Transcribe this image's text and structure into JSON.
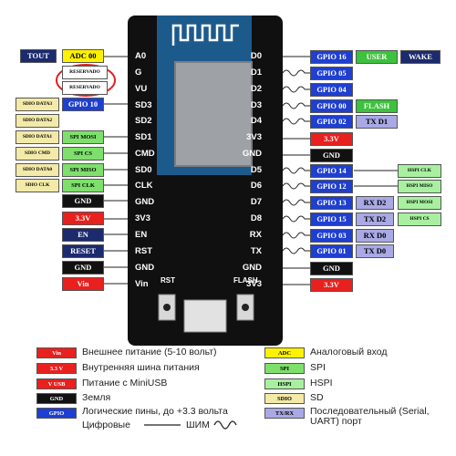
{
  "colors": {
    "power": "#e8211e",
    "gpio": "#1f3fd0",
    "gnd": "#111111",
    "adc": "#fff200",
    "spi": "#7ee06b",
    "hspi": "#a8f0a0",
    "sdio": "#f3eaa8",
    "uart": "#a9a9e6",
    "tout": "#1c2a6e",
    "user": "#3cc23c",
    "wake": "#1c2a6e",
    "board": "#101010",
    "antenna_bg": "#1d5a8c",
    "highlight_circle": "#e02020"
  },
  "board": {
    "left_pins": [
      "A0",
      "G",
      "VU",
      "SD3",
      "SD2",
      "SD1",
      "CMD",
      "SD0",
      "CLK",
      "GND",
      "3V3",
      "EN",
      "RST",
      "GND",
      "Vin"
    ],
    "right_pins": [
      "D0",
      "D1",
      "D2",
      "D3",
      "D4",
      "3V3",
      "GND",
      "D5",
      "D6",
      "D7",
      "D8",
      "RX",
      "TX",
      "GND",
      "3V3"
    ],
    "rst_button": "RST",
    "flash_button": "FLASH"
  },
  "left_labels": {
    "tout": "TOUT",
    "adc0": "ADC 00",
    "reserved1": "RESERVADO",
    "reserved2": "RESERVADO",
    "gpio10": "GPIO 10",
    "sdio_data3": "SDIO DATA3",
    "sdio_data2": "SDIO DATA2",
    "sdio_data1": "SDIO DATA1",
    "spi_mosi": "SPI MOSI",
    "sdio_cmd": "SDIO CMD",
    "spi_cs": "SPI CS",
    "sdio_data0": "SDIO DATA0",
    "spi_miso": "SPI MISO",
    "sdio_clk": "SDIO CLK",
    "spi_clk": "SPI CLK",
    "gnd1": "GND",
    "v33": "3.3V",
    "en": "EN",
    "reset": "RESET",
    "gnd2": "GND",
    "vin": "Vin"
  },
  "right_labels": {
    "gpio16": "GPIO 16",
    "user": "USER",
    "wake": "WAKE",
    "gpio05": "GPIO 05",
    "gpio04": "GPIO 04",
    "gpio00": "GPIO 00",
    "flash": "FLASH",
    "gpio02": "GPIO 02",
    "txd1": "TX D1",
    "v33a": "3.3V",
    "gnd1": "GND",
    "gpio14": "GPIO 14",
    "hspi_clk": "HSPI CLK",
    "gpio12": "GPIO 12",
    "hspi_miso": "HSPI MISO",
    "gpio13": "GPIO 13",
    "rxd2": "RX D2",
    "hspi_mosi": "HSPI MOSI",
    "gpio15": "GPIO 15",
    "txd2": "TX D2",
    "hspi_cs": "HSPI CS",
    "gpio03": "GPIO 03",
    "rxd0": "RX D0",
    "gpio01": "GPIO 01",
    "txd0": "TX D0",
    "gnd2": "GND",
    "v33b": "3.3V"
  },
  "legend": {
    "vin_sw": "Vin",
    "vin_text": "Внешнее питание (5-10 вольт)",
    "v33_sw": "3.3 V",
    "v33_text": "Внутренняя шина питания",
    "vusb_sw": "V USB",
    "vusb_text": "Питание с MiniUSB",
    "gnd_sw": "GND",
    "gnd_text": "Земля",
    "gpio_sw": "GPIO",
    "gpio_text": "Логические пины, до +3.3 вольта",
    "digital_text": "Цифровые",
    "pwm_text": "ШИМ",
    "adc_sw": "ADC",
    "adc_text": "Аналоговый вход",
    "spi_sw": "SPI",
    "spi_text": "SPI",
    "hspi_sw": "HSPI",
    "hspi_text": "HSPI",
    "sdio_sw": "SDIO",
    "sdio_text": "SD",
    "uart_sw": "TX/RX",
    "uart_text": "Последовательный (Serial, UART) порт"
  }
}
